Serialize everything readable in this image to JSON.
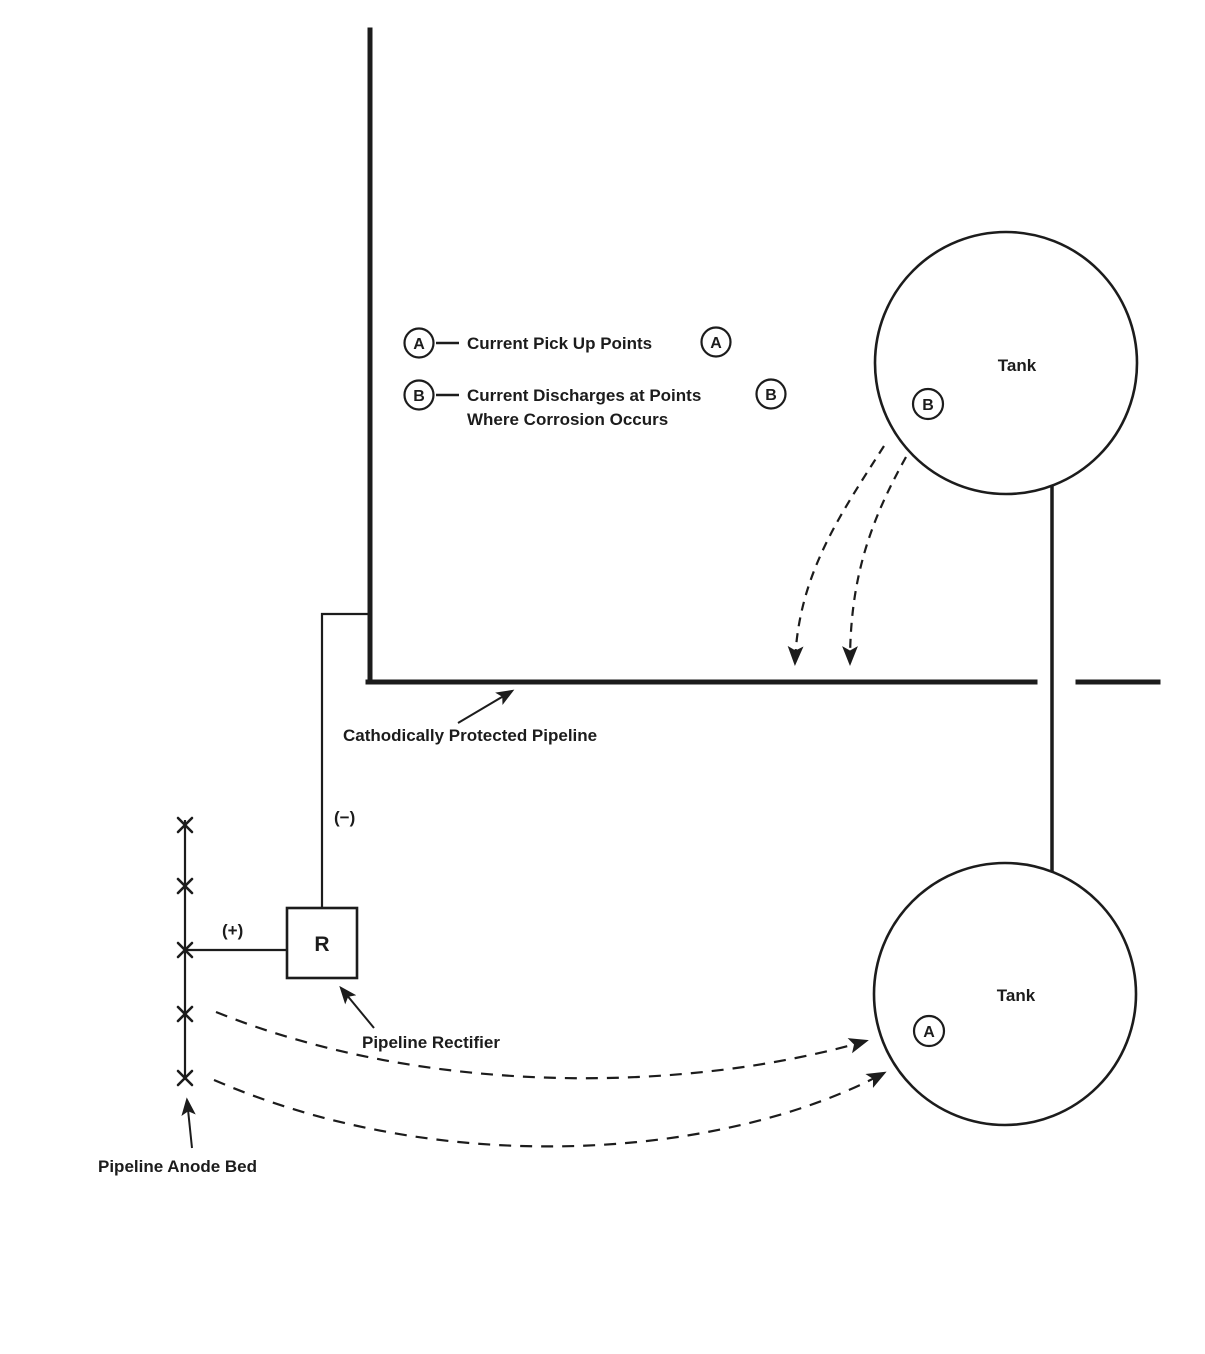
{
  "colors": {
    "ink": "#1c1c1c",
    "background": "#ffffff"
  },
  "legend": {
    "item_a": {
      "marker": "A",
      "text": "Current Pick Up Points",
      "marker_end": "A"
    },
    "item_b": {
      "marker": "B",
      "line1": "Current Discharges at Points",
      "marker_end": "B",
      "line2": "Where Corrosion Occurs"
    }
  },
  "tanks": {
    "top": {
      "label": "Tank",
      "point_marker": "B"
    },
    "bottom": {
      "label": "Tank",
      "point_marker": "A"
    }
  },
  "pipeline": {
    "label": "Cathodically Protected Pipeline"
  },
  "rectifier": {
    "letter": "R",
    "label": "Pipeline Rectifier"
  },
  "wires": {
    "positive_label": "(+)",
    "negative_label": "(−)"
  },
  "anode_bed": {
    "label": "Pipeline Anode Bed"
  }
}
